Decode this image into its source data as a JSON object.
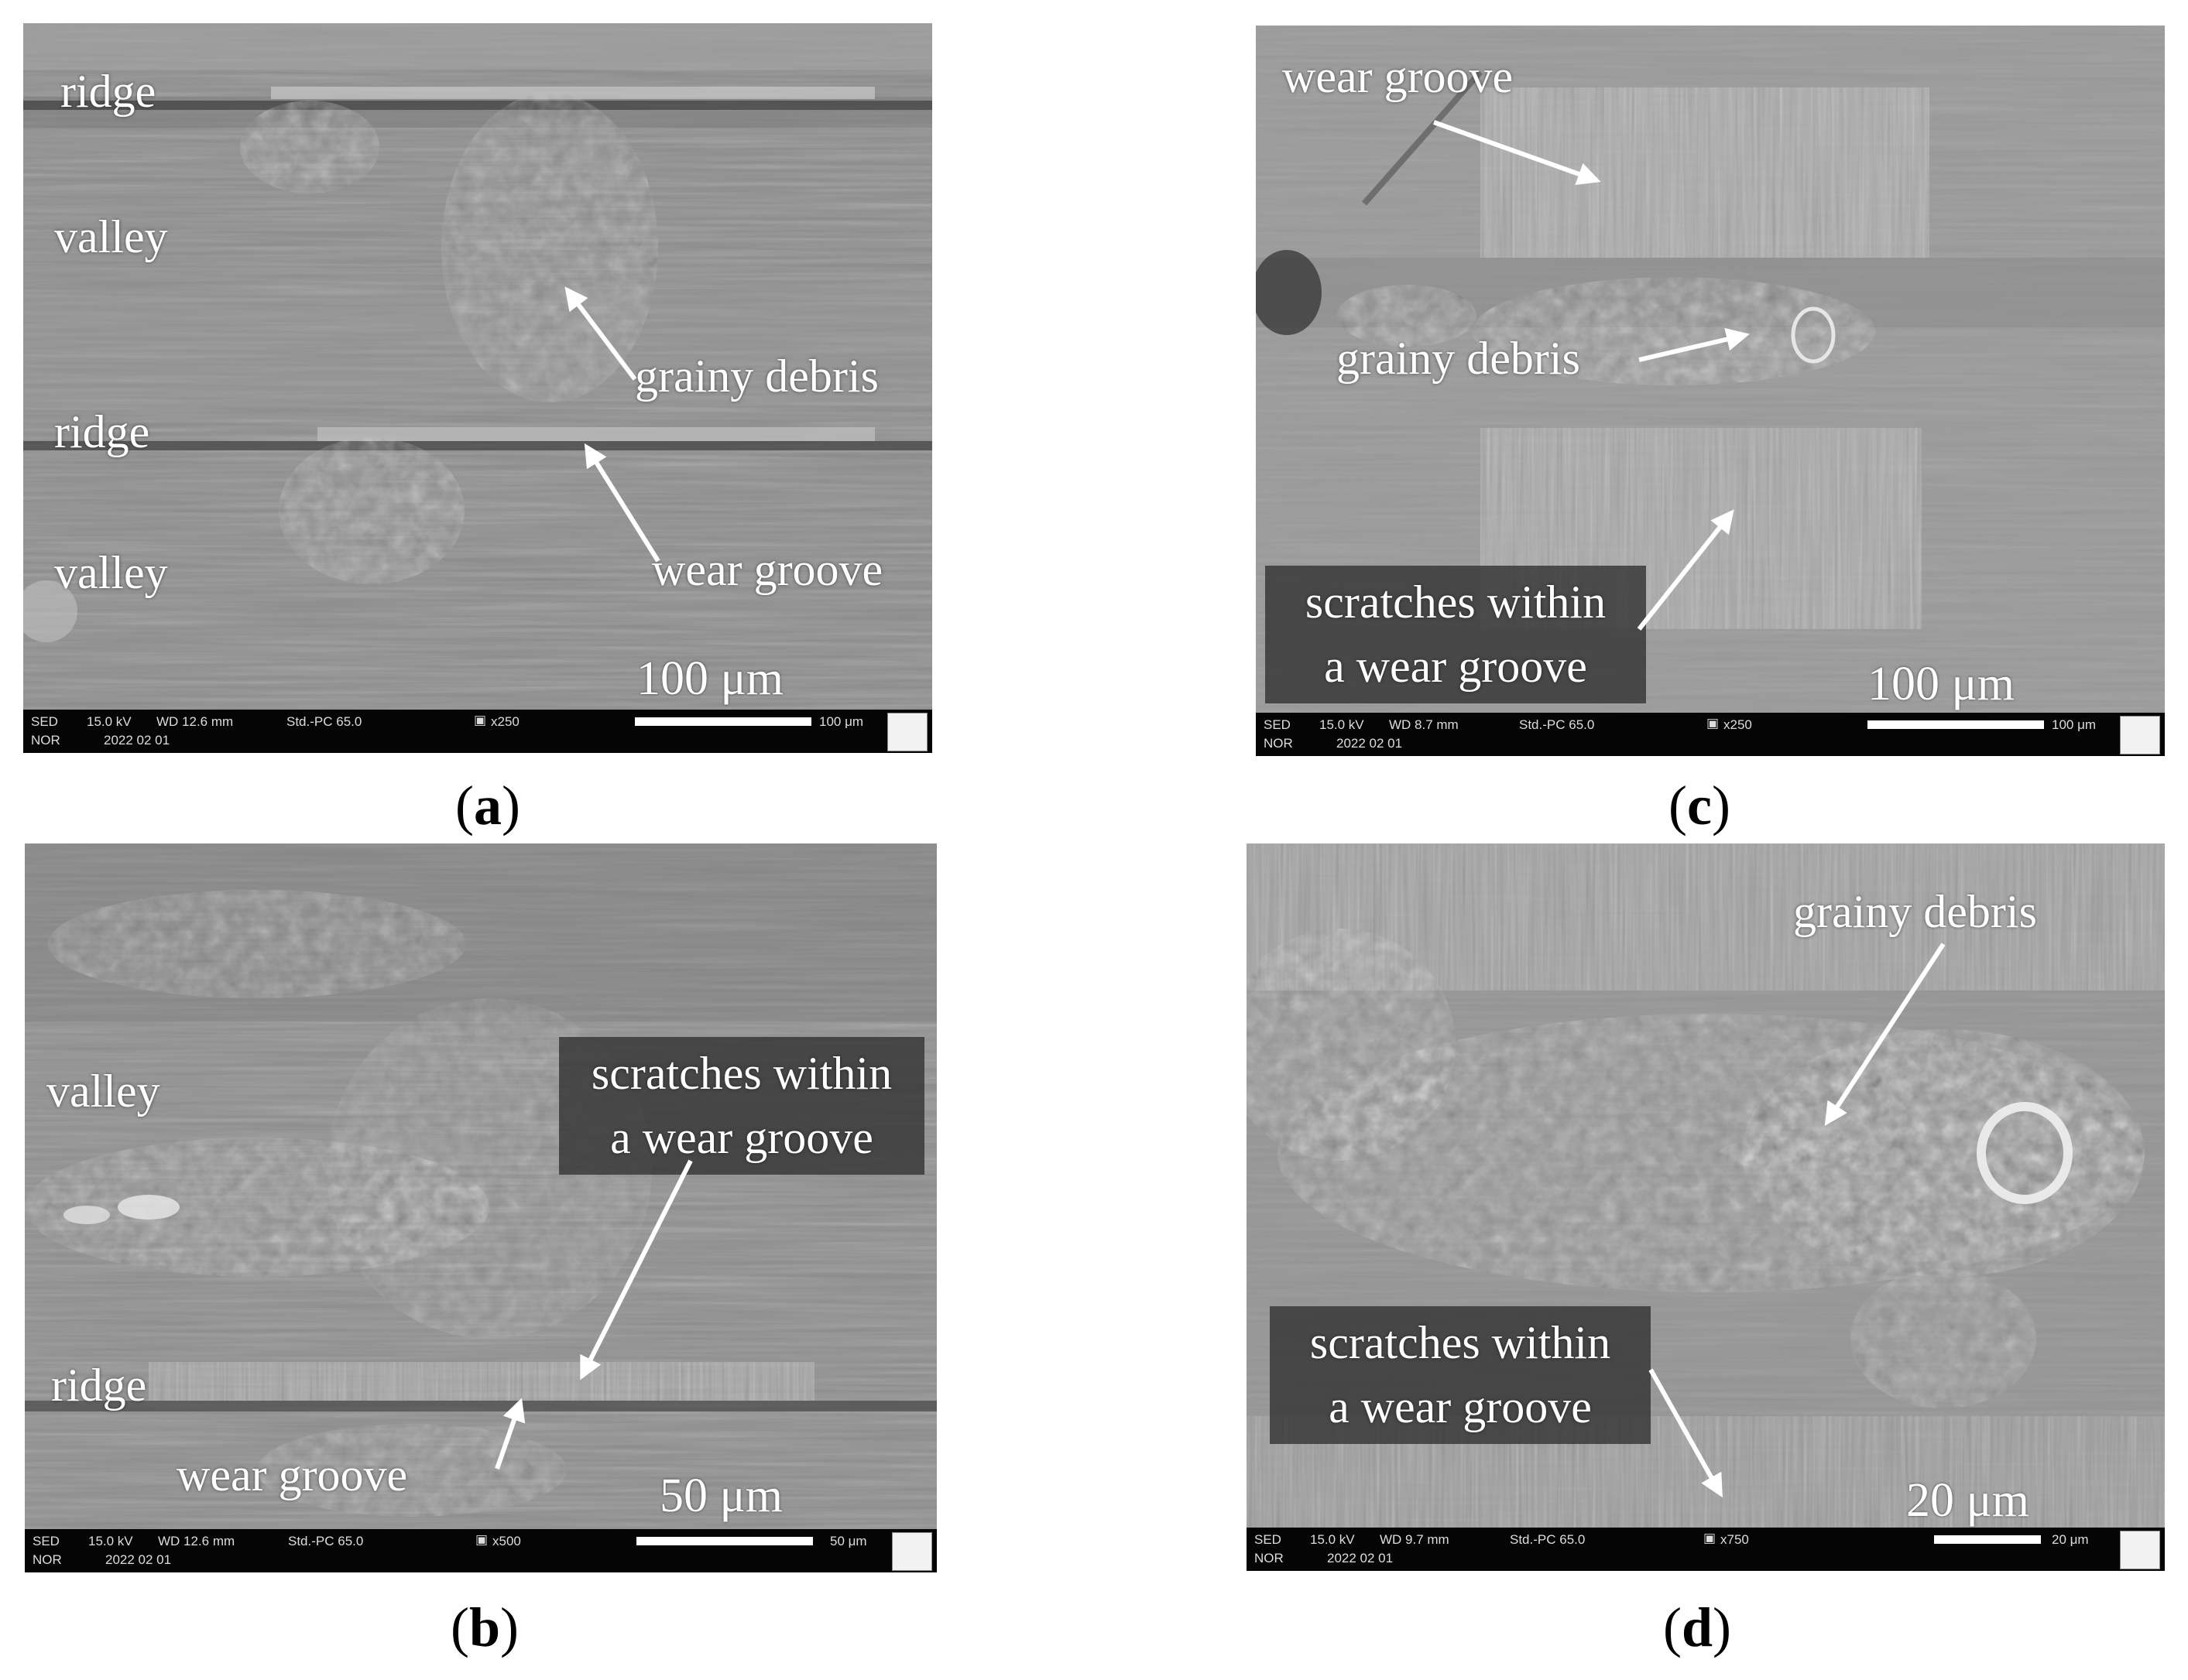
{
  "captions": {
    "a": "a",
    "b": "b",
    "c": "c",
    "d": "d"
  },
  "panel_a": {
    "labels": {
      "ridge_1": "ridge",
      "valley_1": "valley",
      "grainy_debris": "grainy debris",
      "ridge_2": "ridge",
      "valley_2": "valley",
      "wear_groove": "wear groove"
    },
    "scale_label": "100 μm",
    "info": {
      "sed": "SED",
      "kv": "15.0 kV",
      "wd": "WD 12.6 mm",
      "std": "Std.-PC 65.0",
      "mag": "x250",
      "bar": "100 μm",
      "mode": "NOR",
      "date": "2022 02 01"
    }
  },
  "panel_b": {
    "labels": {
      "valley": "valley",
      "scratches_l1": "scratches within",
      "scratches_l2": "a wear groove",
      "ridge": "ridge",
      "wear_groove": "wear groove"
    },
    "scale_label": "50 μm",
    "info": {
      "sed": "SED",
      "kv": "15.0 kV",
      "wd": "WD 12.6 mm",
      "std": "Std.-PC 65.0",
      "mag": "x500",
      "bar": "50 μm",
      "mode": "NOR",
      "date": "2022 02 01"
    }
  },
  "panel_c": {
    "labels": {
      "wear_groove": "wear groove",
      "grainy_debris": "grainy debris",
      "scratches_l1": "scratches within",
      "scratches_l2": "a wear groove"
    },
    "scale_label": "100 μm",
    "info": {
      "sed": "SED",
      "kv": "15.0 kV",
      "wd": "WD 8.7 mm",
      "std": "Std.-PC 65.0",
      "mag": "x250",
      "bar": "100 μm",
      "mode": "NOR",
      "date": "2022 02 01"
    }
  },
  "panel_d": {
    "labels": {
      "grainy_debris": "grainy debris",
      "scratches_l1": "scratches within",
      "scratches_l2": "a wear groove"
    },
    "scale_label": "20 μm",
    "info": {
      "sed": "SED",
      "kv": "15.0 kV",
      "wd": "WD 9.7 mm",
      "std": "Std.-PC 65.0",
      "mag": "x750",
      "bar": "20 μm",
      "mode": "NOR",
      "date": "2022 02 01"
    }
  }
}
